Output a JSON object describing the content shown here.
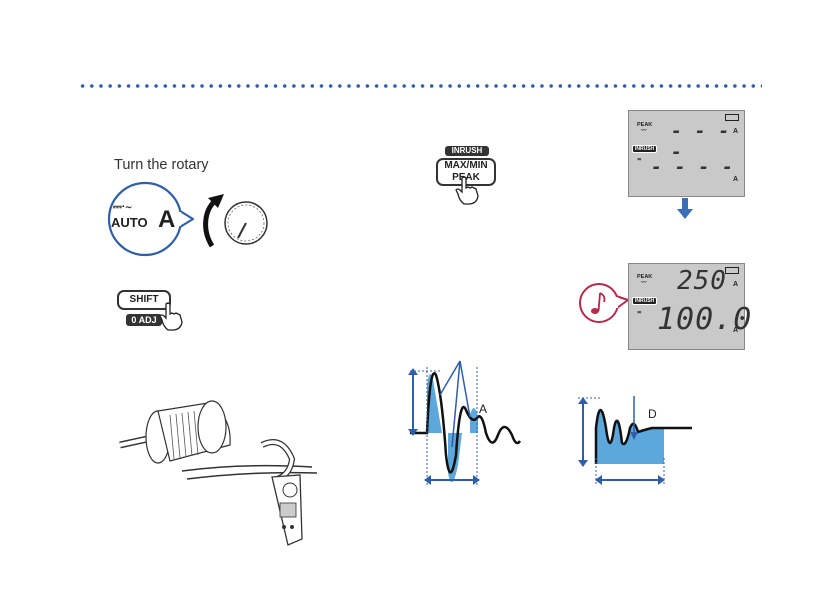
{
  "caption": "Turn the rotary",
  "dial": {
    "range_symbol": "⎓·∼",
    "auto_label": "AUTO",
    "unit": "A"
  },
  "shift_key": {
    "label": "SHIFT",
    "sub_label": "0 ADJ"
  },
  "inrush_key": {
    "tab_label": "INRUSH",
    "line1": "MAX/MIN",
    "line2": "PEAK"
  },
  "display_before": {
    "peak_label": "PEAK",
    "inrush_tag": "INRUSH",
    "top_value": "- - - -",
    "bottom_value": "- - - -",
    "unit_top": "A",
    "unit_bottom": "A"
  },
  "display_after": {
    "peak_label": "PEAK",
    "inrush_tag": "INRUSH",
    "top_value": "250",
    "bottom_value": "100.0",
    "unit_top": "A",
    "unit_bottom": "A"
  },
  "waveform_labels": {
    "left": "A",
    "right": "D"
  },
  "colors": {
    "accent": "#2f5fa8",
    "fill": "#4a9fd8",
    "buzzer": "#b5294a"
  },
  "icons": [
    "battery-icon",
    "peak-wave-icon",
    "ac-dc-icon",
    "music-note-icon",
    "rotary-arrow-icon",
    "hand-pointer-icon",
    "down-arrow-icon"
  ]
}
